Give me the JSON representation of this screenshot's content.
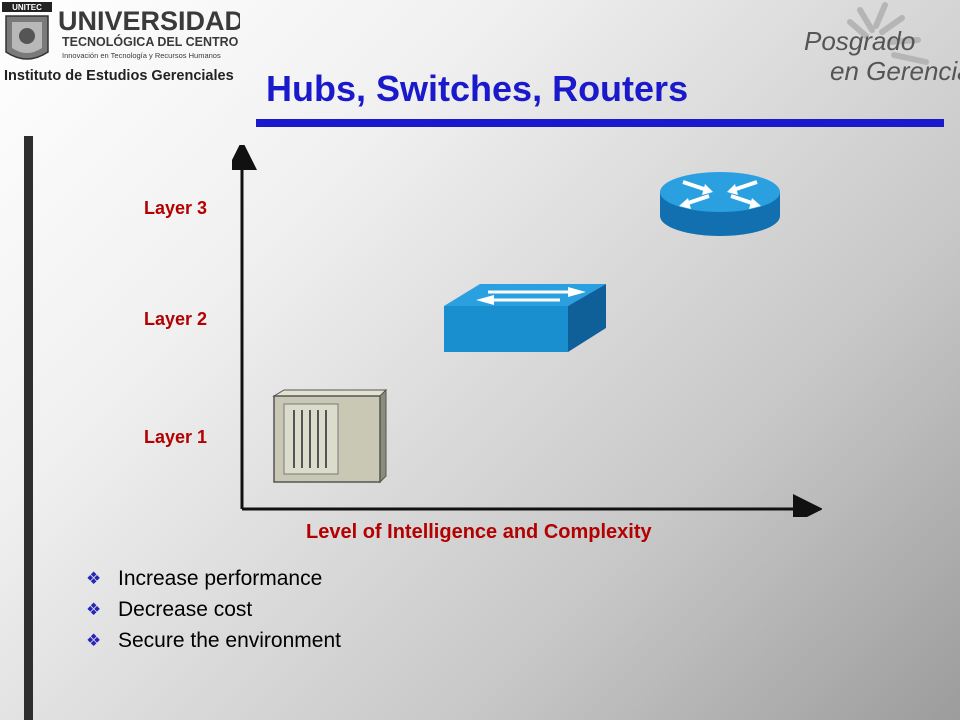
{
  "header": {
    "title": "Hubs, Switches, Routers"
  },
  "logo_left": {
    "badge": "UNITEC",
    "line1": "UNIVERSIDAD",
    "line2": "TECNOLÓGICA DEL CENTRO",
    "line3": "Innovación en Tecnología y Recursos Humanos",
    "line4": "Instituto de Estudios Gerenciales"
  },
  "logo_right": {
    "line1": "Posgrado",
    "line2": "en Gerencia"
  },
  "diagram": {
    "layers": [
      "Layer 3",
      "Layer 2",
      "Layer 1"
    ],
    "x_axis_label": "Level of Intelligence and Complexity",
    "devices": [
      "router-icon",
      "switch-icon",
      "hub-icon"
    ]
  },
  "bullets": [
    "Increase performance",
    "Decrease cost",
    "Secure the environment"
  ],
  "colors": {
    "title": "#1a1acc",
    "layer_text": "#b30000",
    "device_blue": "#1a8fd0",
    "bullet": "#2525b8"
  }
}
